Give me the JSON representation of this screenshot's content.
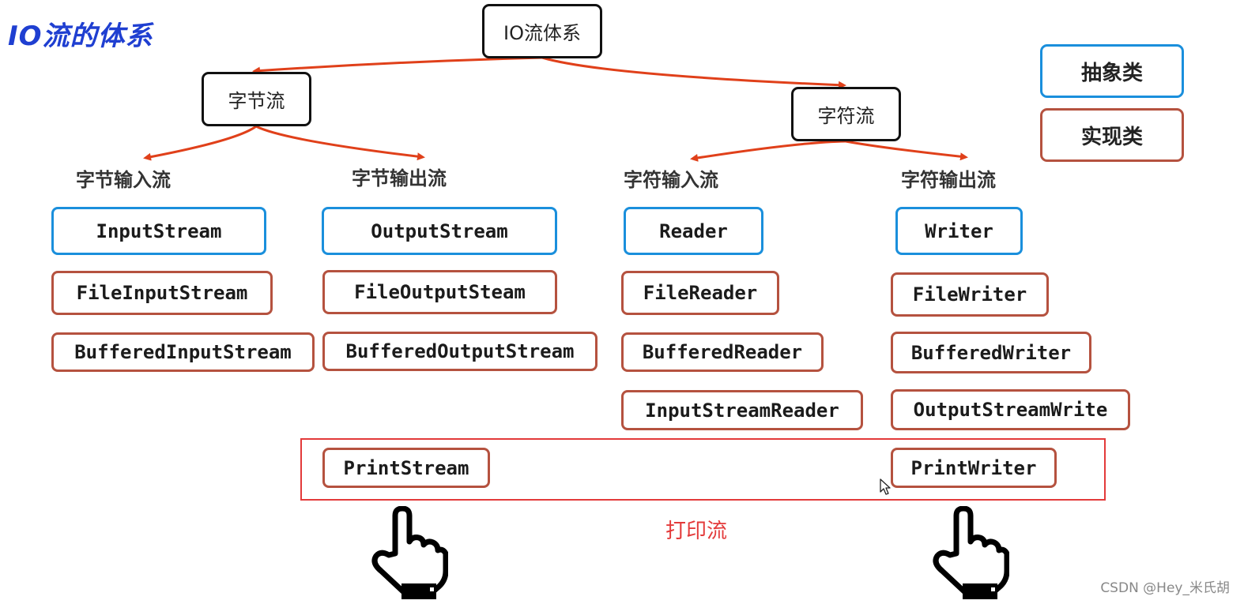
{
  "title": "IO流的体系",
  "root": "IO流体系",
  "branches": {
    "byte": "字节流",
    "char": "字符流"
  },
  "categories": {
    "byte_input": "字节输入流",
    "byte_output": "字节输出流",
    "char_input": "字符输入流",
    "char_output": "字符输出流"
  },
  "byte_input_classes": [
    "InputStream",
    "FileInputStream",
    "BufferedInputStream"
  ],
  "byte_output_classes": [
    "OutputStream",
    "FileOutputSteam",
    "BufferedOutputStream"
  ],
  "char_input_classes": [
    "Reader",
    "FileReader",
    "BufferedReader",
    "InputStreamReader"
  ],
  "char_output_classes": [
    "Writer",
    "FileWriter",
    "BufferedWriter",
    "OutputStreamWrite"
  ],
  "print_streams": {
    "byte": "PrintStream",
    "char": "PrintWriter",
    "label": "打印流"
  },
  "legend": {
    "abstract": "抽象类",
    "impl": "实现类"
  },
  "colors": {
    "abstract_border": "#1a8fdc",
    "impl_border": "#b5523f",
    "arrow": "#e0401a",
    "highlight": "#e33a3a",
    "title": "#1f3fd1"
  },
  "icons": [
    "pointing-hand-icon",
    "pointing-hand-icon",
    "mouse-cursor-icon"
  ],
  "watermark": "CSDN @Hey_米氏胡"
}
